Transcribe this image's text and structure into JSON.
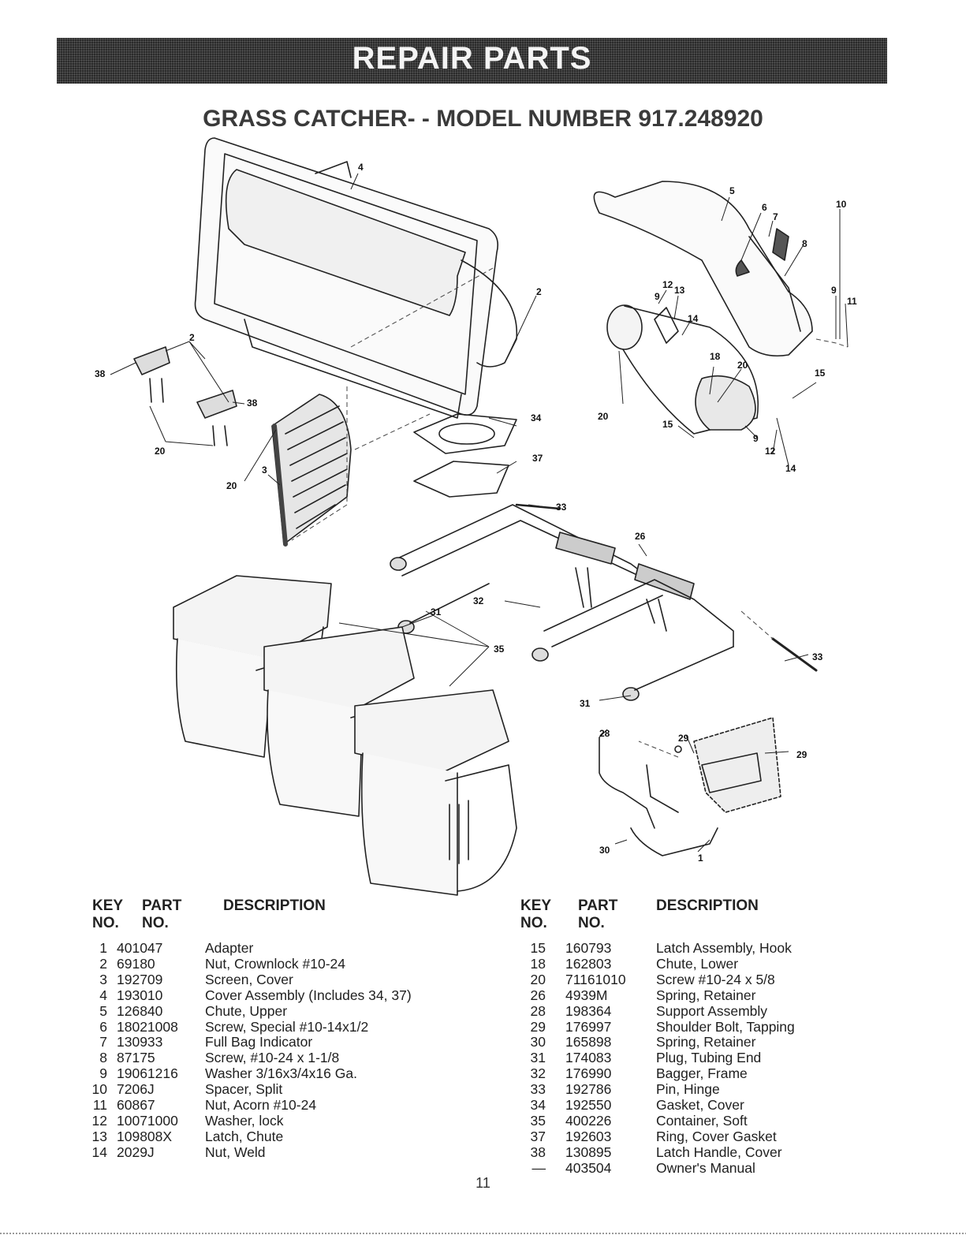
{
  "header": {
    "banner": "REPAIR PARTS",
    "title": "GRASS CATCHER- - MODEL NUMBER 917.248920"
  },
  "diagram": {
    "callouts": [
      "1",
      "2",
      "2",
      "3",
      "4",
      "5",
      "6",
      "7",
      "8",
      "9",
      "9",
      "9",
      "10",
      "11",
      "12",
      "12",
      "13",
      "14",
      "14",
      "15",
      "15",
      "18",
      "20",
      "20",
      "20",
      "20",
      "26",
      "28",
      "29",
      "29",
      "30",
      "31",
      "31",
      "32",
      "33",
      "33",
      "34",
      "35",
      "37",
      "38",
      "38"
    ]
  },
  "table_headers": {
    "key_line1": "KEY",
    "key_line2": "NO.",
    "part_line1": "PART",
    "part_line2": "NO.",
    "description": "DESCRIPTION"
  },
  "parts_left": [
    {
      "key": "1",
      "part": "401047",
      "desc": "Adapter"
    },
    {
      "key": "2",
      "part": "69180",
      "desc": "Nut, Crownlock #10-24"
    },
    {
      "key": "3",
      "part": "192709",
      "desc": "Screen, Cover"
    },
    {
      "key": "4",
      "part": "193010",
      "desc": "Cover Assembly (Includes 34, 37)"
    },
    {
      "key": "5",
      "part": "126840",
      "desc": "Chute, Upper"
    },
    {
      "key": "6",
      "part": "18021008",
      "desc": "Screw, Special #10-14x1/2"
    },
    {
      "key": "7",
      "part": "130933",
      "desc": "Full Bag Indicator"
    },
    {
      "key": "8",
      "part": "87175",
      "desc": "Screw, #10-24 x 1-1/8"
    },
    {
      "key": "9",
      "part": "19061216",
      "desc": "Washer 3/16x3/4x16 Ga."
    },
    {
      "key": "10",
      "part": "7206J",
      "desc": "Spacer, Split"
    },
    {
      "key": "11",
      "part": "60867",
      "desc": "Nut, Acorn #10-24"
    },
    {
      "key": "12",
      "part": "10071000",
      "desc": "Washer, lock"
    },
    {
      "key": "13",
      "part": "109808X",
      "desc": "Latch, Chute"
    },
    {
      "key": "14",
      "part": "2029J",
      "desc": "Nut, Weld"
    }
  ],
  "parts_right": [
    {
      "key": "15",
      "part": "160793",
      "desc": "Latch Assembly, Hook"
    },
    {
      "key": "18",
      "part": "162803",
      "desc": "Chute, Lower"
    },
    {
      "key": "20",
      "part": "71161010",
      "desc": "Screw #10-24 x 5/8"
    },
    {
      "key": "26",
      "part": "4939M",
      "desc": "Spring, Retainer"
    },
    {
      "key": "28",
      "part": "198364",
      "desc": "Support Assembly"
    },
    {
      "key": "29",
      "part": "176997",
      "desc": "Shoulder Bolt, Tapping"
    },
    {
      "key": "30",
      "part": "165898",
      "desc": "Spring, Retainer"
    },
    {
      "key": "31",
      "part": "174083",
      "desc": "Plug, Tubing End"
    },
    {
      "key": "32",
      "part": "176990",
      "desc": "Bagger, Frame"
    },
    {
      "key": "33",
      "part": "192786",
      "desc": "Pin, Hinge"
    },
    {
      "key": "34",
      "part": "192550",
      "desc": "Gasket, Cover"
    },
    {
      "key": "35",
      "part": "400226",
      "desc": "Container, Soft"
    },
    {
      "key": "37",
      "part": "192603",
      "desc": "Ring, Cover Gasket"
    },
    {
      "key": "38",
      "part": "130895",
      "desc": "Latch Handle, Cover"
    },
    {
      "key": "—",
      "part": "403504",
      "desc": "Owner's Manual"
    }
  ],
  "footer": {
    "page_number": "11"
  }
}
